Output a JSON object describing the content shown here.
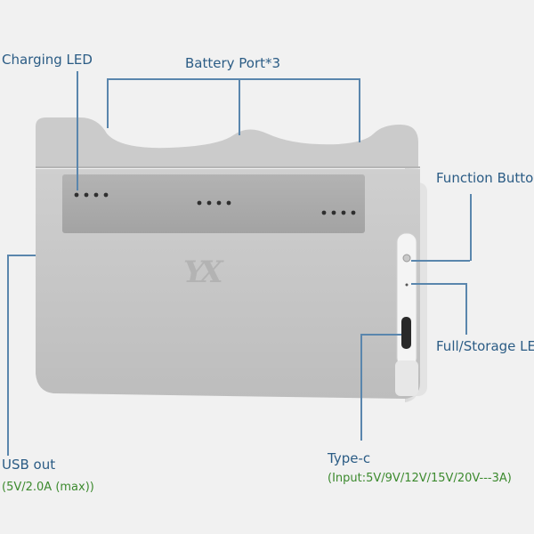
{
  "labels": {
    "charging_led": "Charging LED",
    "battery_port": "Battery Port*3",
    "function_button": "Function Butto",
    "full_storage_led": "Full/Storage LE",
    "usb_out": "USB out",
    "usb_out_spec": "(5V/2.0A (max))",
    "type_c": "Type-c",
    "type_c_spec": "(Input:5V/9V/12V/15V/20V---3A)"
  },
  "logo_text": "YX",
  "colors": {
    "background": "#f1f1f1",
    "label": "#2b5c85",
    "spec": "#3c8a2e",
    "leader_line": "#5a86ad",
    "body": "#c4c4c4",
    "panel": "#a9a9a9"
  },
  "led_groups": 3,
  "leds_per_group": 4
}
